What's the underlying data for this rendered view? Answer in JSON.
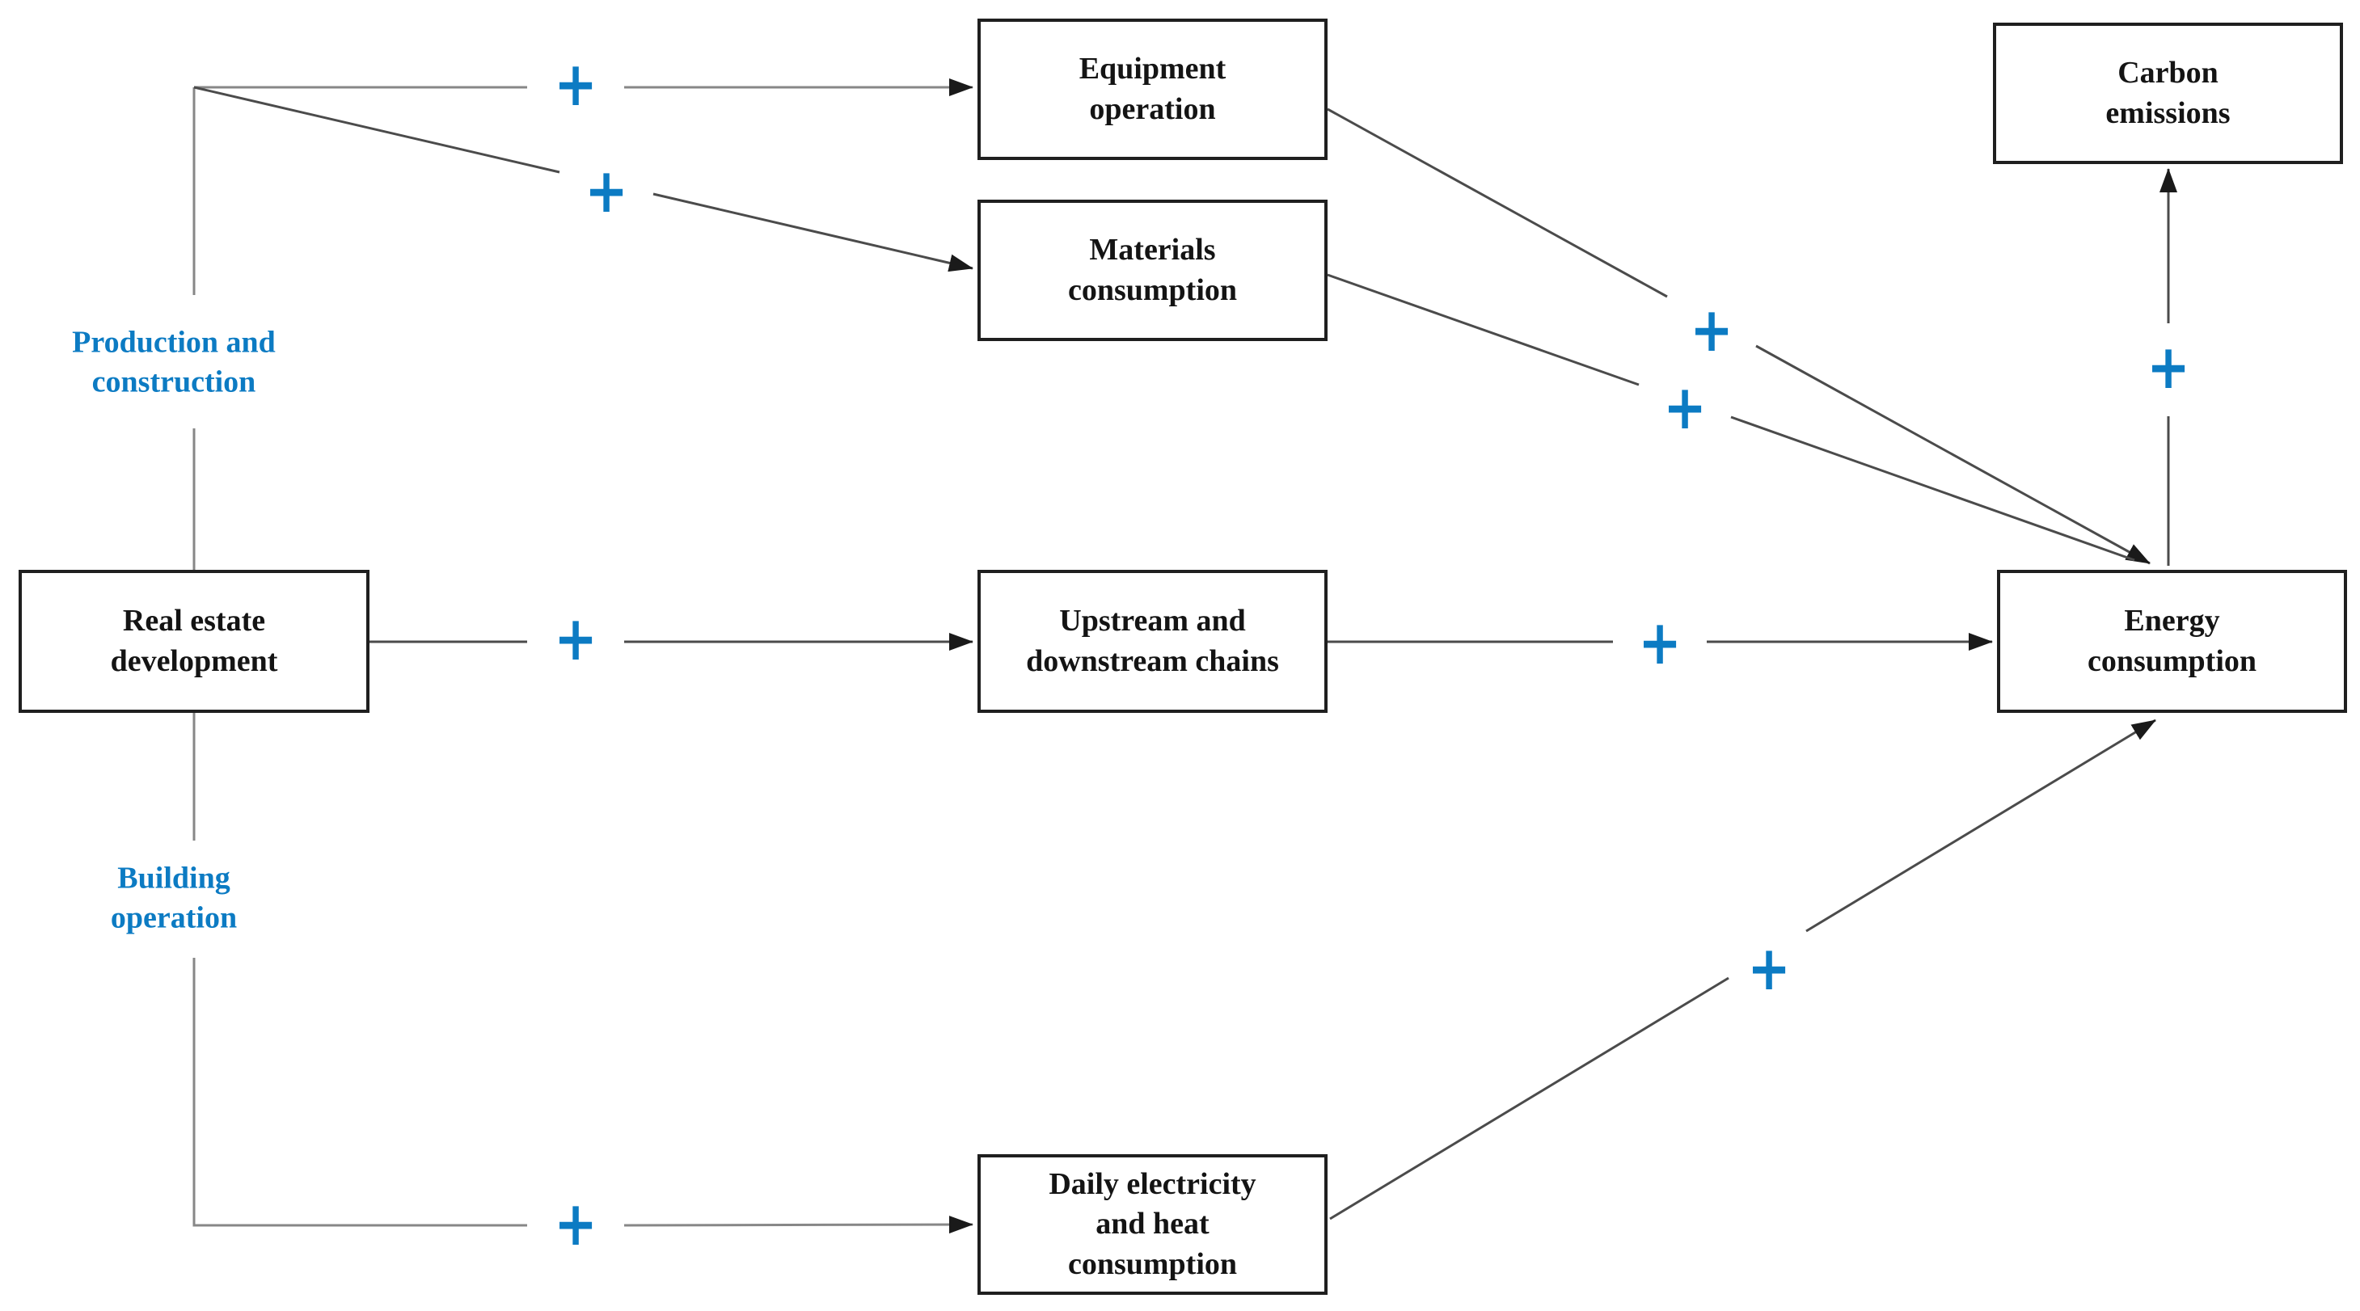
{
  "diagram": {
    "nodes": [
      {
        "id": "equipment",
        "label": "Equipment\noperation"
      },
      {
        "id": "materials",
        "label": "Materials\nconsumption"
      },
      {
        "id": "carbon",
        "label": "Carbon\nemissions"
      },
      {
        "id": "real_estate",
        "label": "Real estate\ndevelopment"
      },
      {
        "id": "upstream",
        "label": "Upstream and\ndownstream chains"
      },
      {
        "id": "energy",
        "label": "Energy\nconsumption"
      },
      {
        "id": "daily",
        "label": "Daily electricity\nand heat\nconsumption"
      }
    ],
    "phase_labels": [
      {
        "id": "production",
        "label": "Production and\nconstruction"
      },
      {
        "id": "building",
        "label": "Building\noperation"
      }
    ],
    "edges": [
      {
        "id": "realestate-to-equipment",
        "sign": "+"
      },
      {
        "id": "realestate-to-materials",
        "sign": "+"
      },
      {
        "id": "realestate-to-upstream",
        "sign": "+"
      },
      {
        "id": "realestate-to-daily",
        "sign": "+"
      },
      {
        "id": "upstream-to-energy",
        "sign": "+"
      },
      {
        "id": "equipment-to-energy",
        "sign": "+"
      },
      {
        "id": "materials-to-energy",
        "sign": "+"
      },
      {
        "id": "daily-to-energy",
        "sign": "+"
      },
      {
        "id": "energy-to-carbon",
        "sign": "+"
      }
    ],
    "colors": {
      "accent": "#0c7bc3",
      "line_gray": "#878787",
      "line_dark": "#4b4b4b",
      "box_border": "#1f1f1f",
      "text": "#141414",
      "background": "#ffffff"
    }
  }
}
